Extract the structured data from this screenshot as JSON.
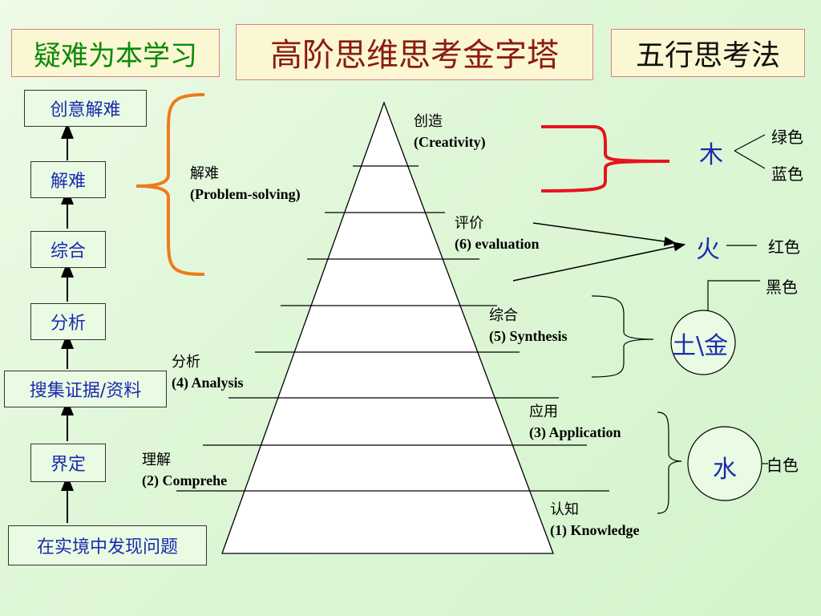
{
  "titles": {
    "left": "疑难为本学习",
    "center": "高阶思维思考金字塔",
    "right": "五行思考法"
  },
  "steps": [
    "创意解难",
    "解难",
    "综合",
    "分析",
    "搜集证据/资料",
    "界定",
    "在实境中发现问题"
  ],
  "pyramid_labels": {
    "creativity": {
      "cn": "创造",
      "en": "(Creativity)"
    },
    "problem_solving": {
      "cn": "解难",
      "en": "(Problem-solving)"
    },
    "evaluation": {
      "cn": "评价",
      "en": "(6) evaluation"
    },
    "synthesis": {
      "cn": "综合",
      "en": "(5) Synthesis"
    },
    "analysis": {
      "cn": "分析",
      "en": "(4) Analysis"
    },
    "application": {
      "cn": "应用",
      "en": "(3) Application"
    },
    "comprehension": {
      "cn": "理解",
      "en": "(2) Comprehe"
    },
    "knowledge": {
      "cn": "认知",
      "en": "(1) Knowledge"
    }
  },
  "elements": {
    "wood": "木",
    "fire": "火",
    "earth_metal": "土\\金",
    "water": "水"
  },
  "colors_text": {
    "green": "绿色",
    "blue": "蓝色",
    "red": "红色",
    "black": "黑色",
    "white": "白色"
  },
  "palette": {
    "brace_orange": "#f07a1a",
    "brace_red": "#e8141c",
    "step_text": "#1a2bb0"
  }
}
